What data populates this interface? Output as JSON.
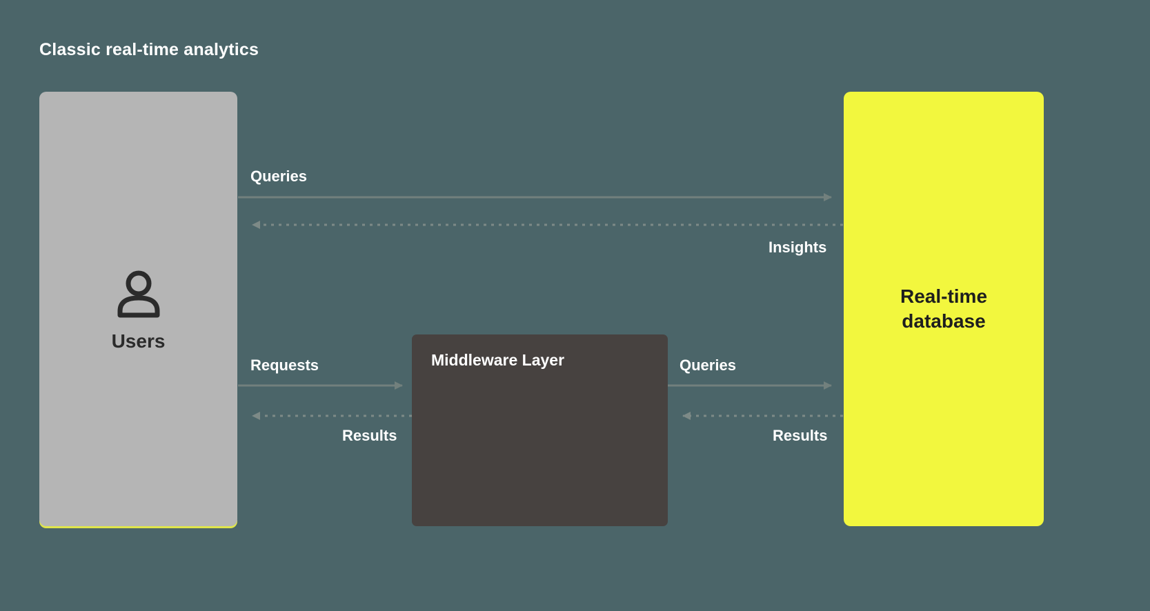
{
  "title": "Classic real-time analytics",
  "nodes": {
    "users": {
      "label": "Users"
    },
    "middleware": {
      "label": "Middleware Layer"
    },
    "database": {
      "label": "Real-time database"
    }
  },
  "arrows": {
    "top_queries": {
      "label": "Queries",
      "from": "users",
      "to": "database",
      "style": "solid"
    },
    "insights": {
      "label": "Insights",
      "from": "database",
      "to": "users",
      "style": "dashed"
    },
    "requests": {
      "label": "Requests",
      "from": "users",
      "to": "middleware",
      "style": "solid"
    },
    "results_left": {
      "label": "Results",
      "from": "middleware",
      "to": "users",
      "style": "dashed"
    },
    "mid_queries": {
      "label": "Queries",
      "from": "middleware",
      "to": "database",
      "style": "solid"
    },
    "results_right": {
      "label": "Results",
      "from": "database",
      "to": "middleware",
      "style": "dashed"
    }
  },
  "colors": {
    "background": "#4b6569",
    "users_box": "#b5b5b5",
    "users_box_accent": "#dfe54b",
    "database_box": "#f2f73e",
    "middleware_box": "#474240",
    "arrow_solid": "#72807d",
    "arrow_dashed": "#7d8a87",
    "title_text": "#ffffff",
    "dark_text": "#1e1e1e"
  }
}
